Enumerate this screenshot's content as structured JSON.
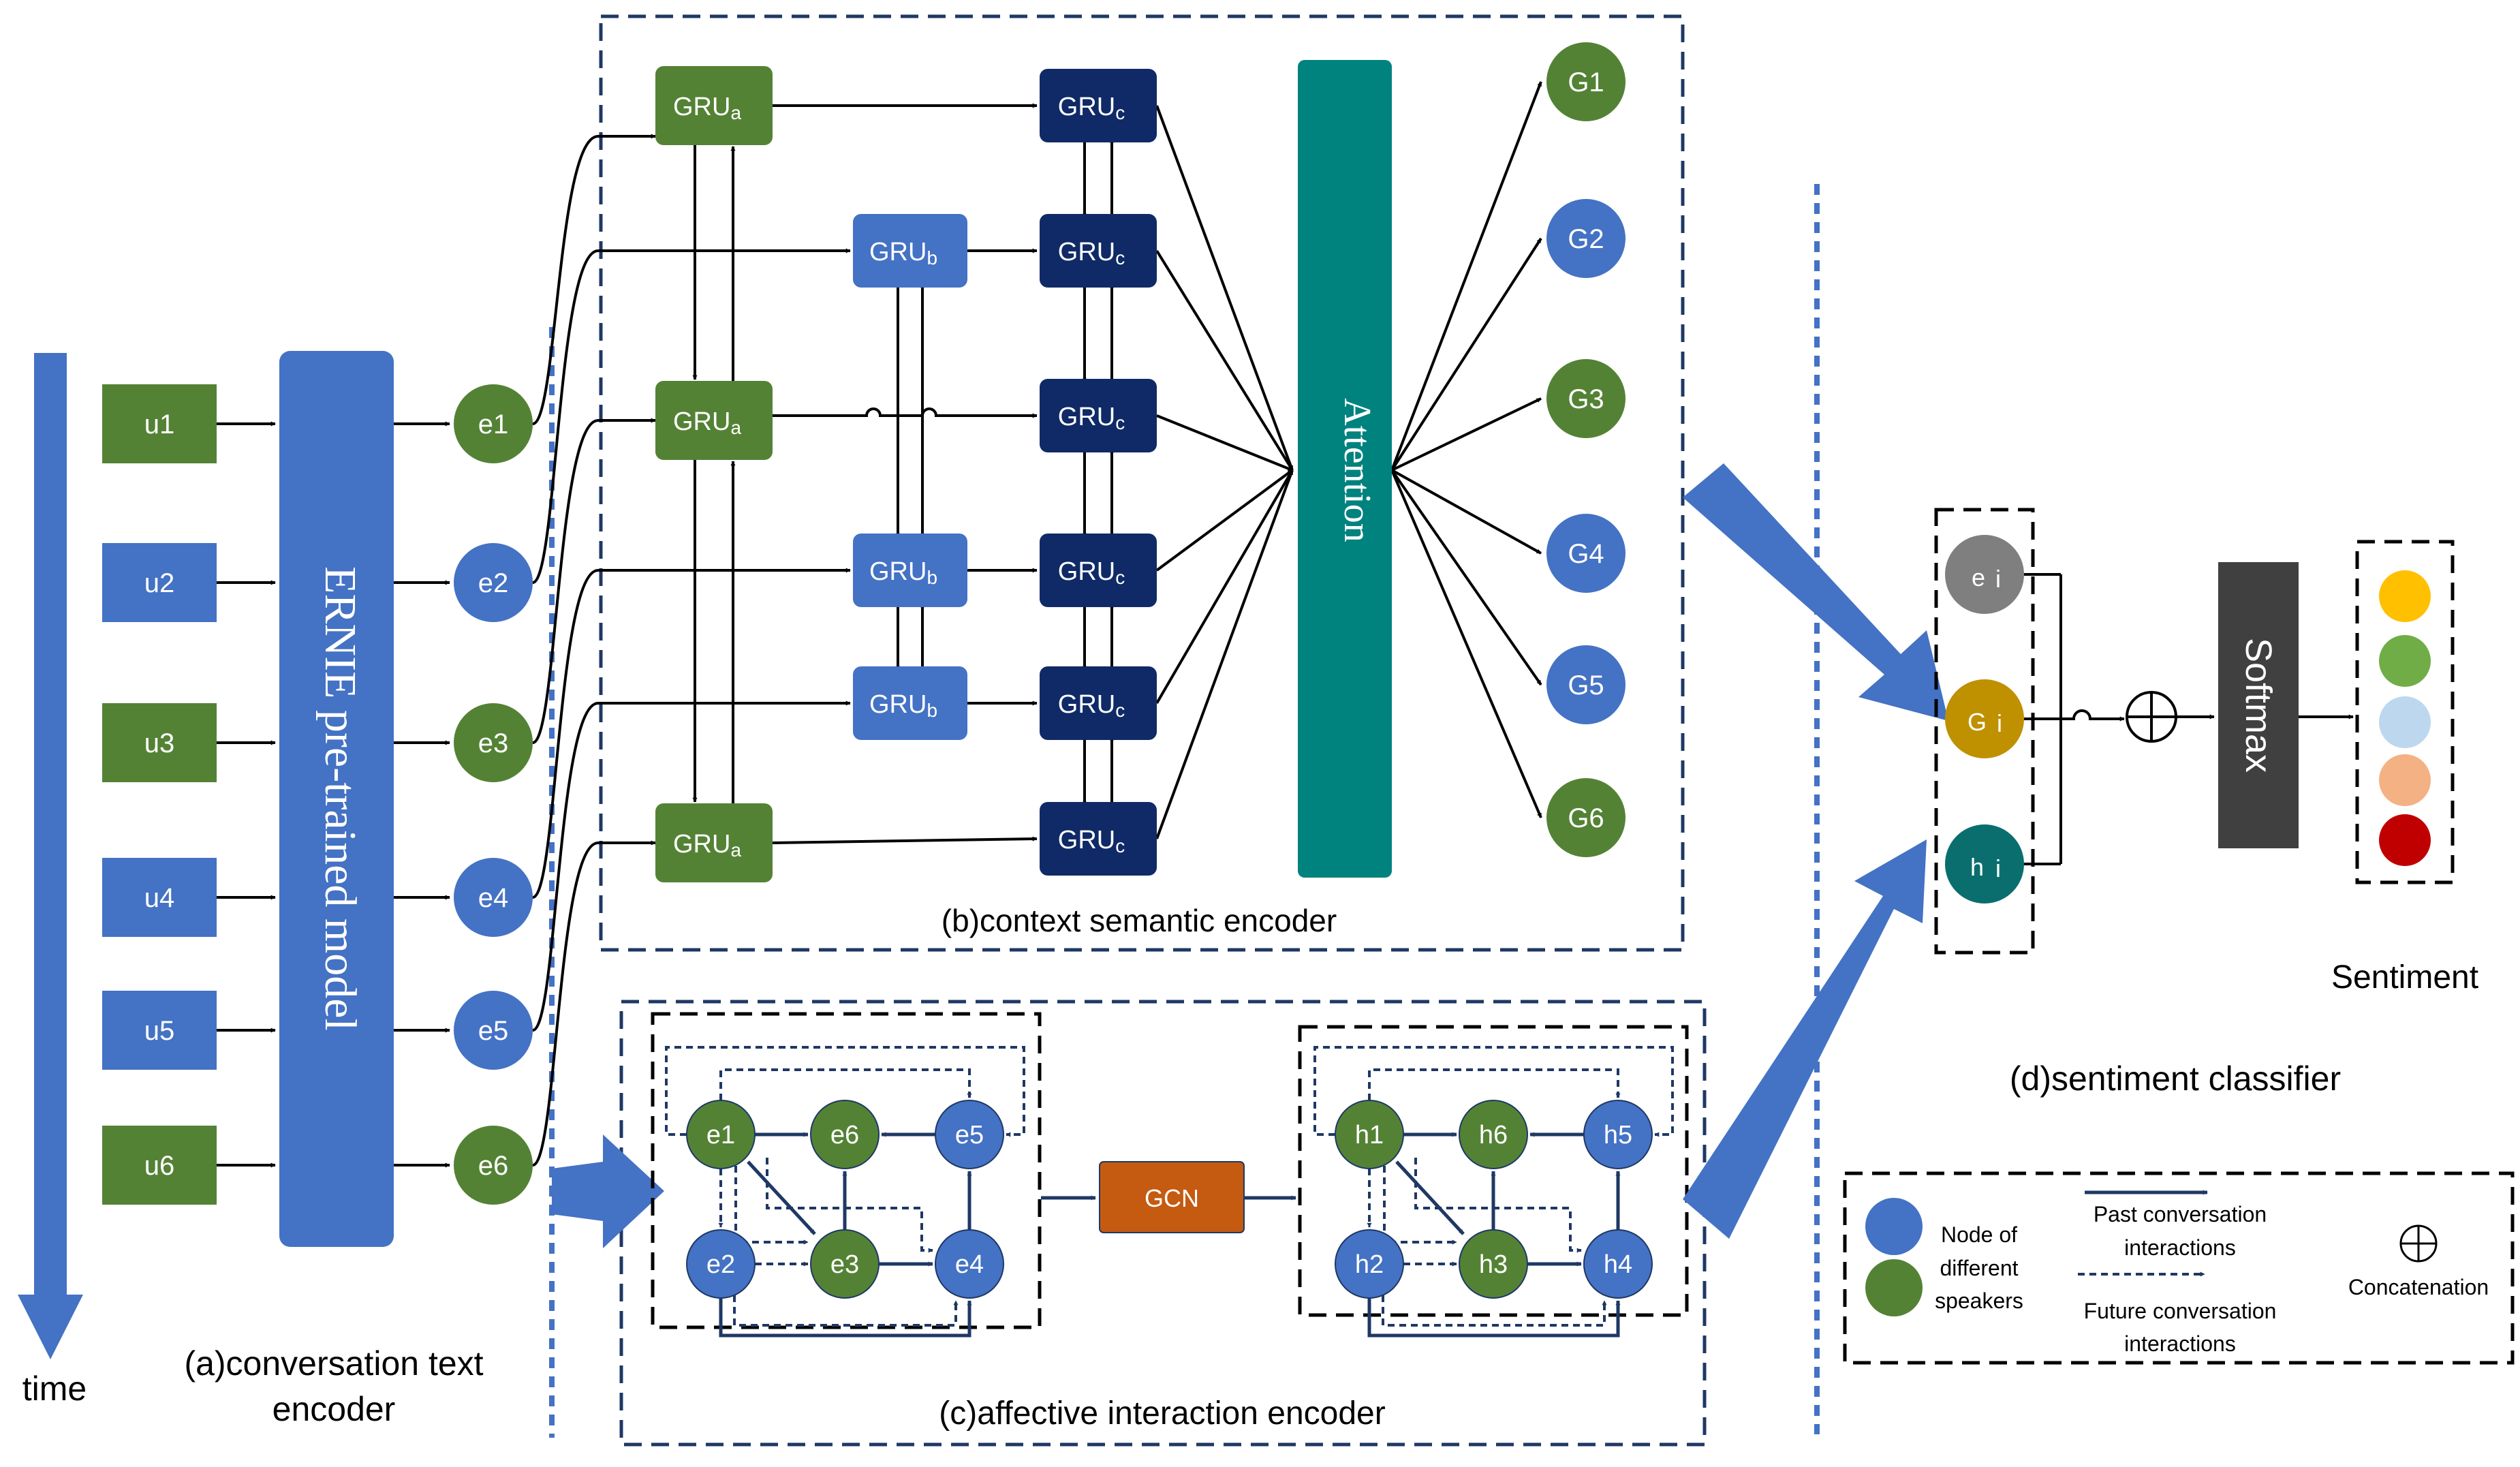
{
  "time_axis": {
    "label": "time"
  },
  "utterances": [
    "u1",
    "u2",
    "u3",
    "u4",
    "u5",
    "u6"
  ],
  "encoder_model": "ERNIE pre-trained model",
  "embeddings": [
    "e1",
    "e2",
    "e3",
    "e4",
    "e5",
    "e6"
  ],
  "section_labels": {
    "a_line1": "(a)conversation text",
    "a_line2": "encoder",
    "b": "(b)context semantic encoder",
    "c": "(c)affective interaction encoder",
    "d": "(d)sentiment classifier"
  },
  "gru": {
    "a_base": "GRU",
    "a_sub": "a",
    "b_base": "GRU",
    "b_sub": "b",
    "c_base": "GRU",
    "c_sub": "c"
  },
  "attention": "Attention",
  "global_states": [
    "G1",
    "G2",
    "G3",
    "G4",
    "G5",
    "G6"
  ],
  "graph_left_nodes": [
    "e1",
    "e6",
    "e5",
    "e2",
    "e3",
    "e4"
  ],
  "gcn": "GCN",
  "graph_right_nodes": [
    "h1",
    "h6",
    "h5",
    "h2",
    "h3",
    "h4"
  ],
  "features": {
    "e_base": "e",
    "g_base": "G",
    "h_base": "h",
    "sub": "i"
  },
  "softmax": "Softmax",
  "sentiment_title": "Sentiment",
  "sentiment_colors": [
    "#ffc000",
    "#70ad47",
    "#bdd7ee",
    "#f4b183",
    "#c00000"
  ],
  "legend": {
    "node_line1": "Node of",
    "node_line2": "different",
    "node_line3": "speakers",
    "past_line1": "Past conversation",
    "past_line2": "interactions",
    "future_line1": "Future conversation",
    "future_line2": "interactions",
    "concat": "Concatenation"
  },
  "colors": {
    "green": "#548235",
    "blue": "#4472c4",
    "gru_b": "#4472c4",
    "navy": "#0f2a66",
    "teal": "#00827f",
    "orange": "#c55a11",
    "dark": "#404040",
    "dashed": "#1f3864",
    "ei": "#7f7f7f",
    "gi": "#bf9000",
    "hi": "#0b6e6e"
  }
}
